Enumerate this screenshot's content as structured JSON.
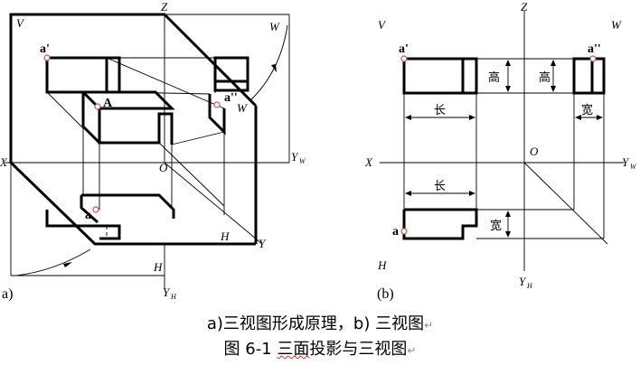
{
  "diagram_a": {
    "labels": {
      "z": "Z",
      "v": "V",
      "w_top": "W",
      "w_inner": "W",
      "x": "X",
      "o": "O",
      "h": "H",
      "h_out": "H",
      "y": "Y",
      "yw": "Y",
      "yw_sub": "W",
      "yh": "Y",
      "yh_sub": "H",
      "a_front": "a'",
      "a_side": "a''",
      "a_cap": "A",
      "a_top": "a"
    },
    "panel_label": "a)"
  },
  "diagram_b": {
    "labels": {
      "z": "Z",
      "v": "V",
      "w": "W",
      "x": "X",
      "o": "O",
      "h": "H",
      "yw": "Y",
      "yw_sub": "W",
      "yh": "Y",
      "yh_sub": "H",
      "a_front": "a'",
      "a_side": "a''",
      "a_top": "a"
    },
    "dims": {
      "height_1": "高",
      "height_2": "高",
      "length_1": "长",
      "length_2": "长",
      "width_1": "宽",
      "width_2": "宽"
    },
    "panel_label": "(b)"
  },
  "caption": {
    "line1": "a)三视图形成原理，b)  三视图",
    "line2_pre": "图 6-1 ",
    "line2_wavy": "三面",
    "line2_post": "投影与三视图",
    "return_mark": "↵"
  }
}
